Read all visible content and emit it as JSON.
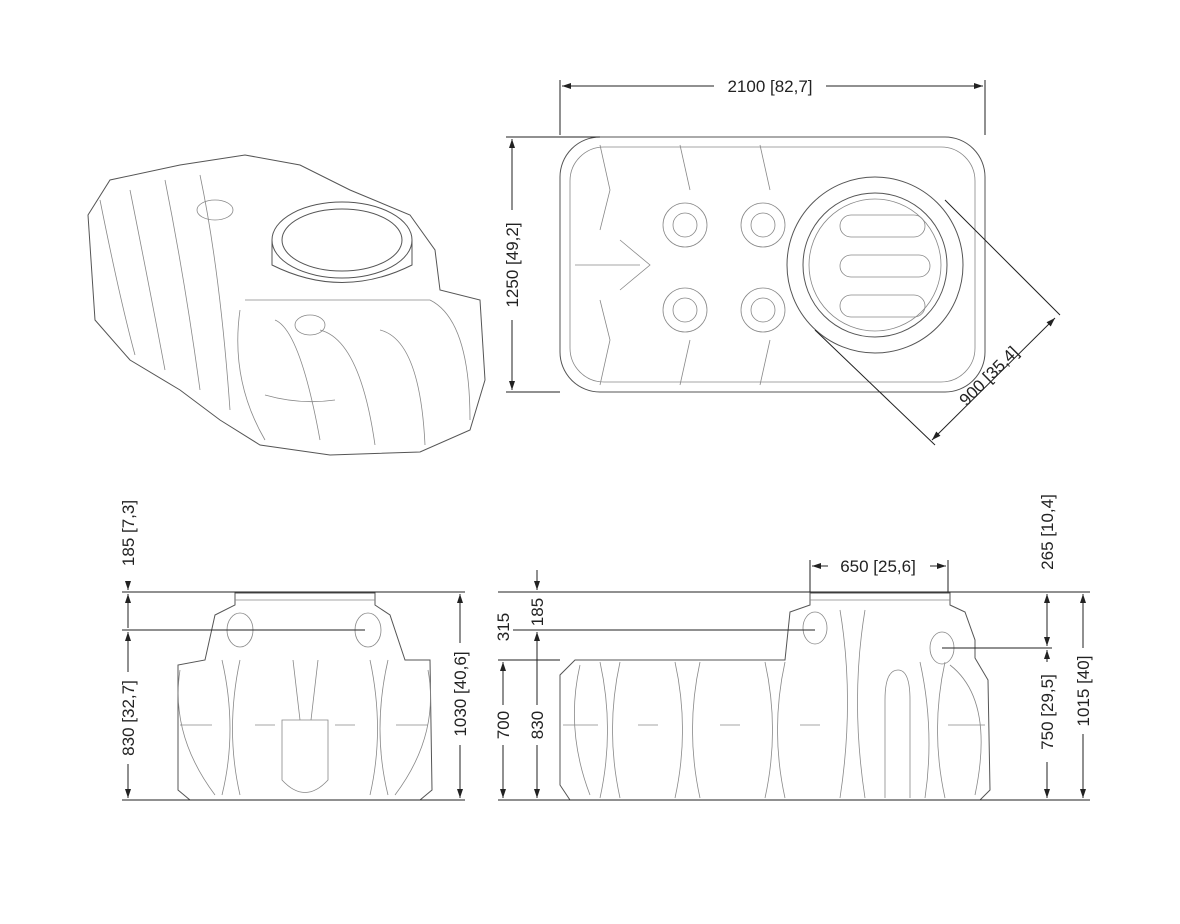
{
  "top_view": {
    "length_label": "2100 [82,7]",
    "width_label": "1250 [49,2]",
    "opening_diameter_label": "900 [35,4]"
  },
  "front_view": {
    "neck_height_label": "185 [7,3]",
    "body_height_label": "830 [32,7]",
    "total_height_label": "1030 [40,6]"
  },
  "side_view": {
    "neck_width_label": "650 [25,6]",
    "inlet_offset_label": "315",
    "inlet_height_label": "700",
    "neck_height_label": "185",
    "body_height_label": "830",
    "outlet_offset_label": "265 [10,4]",
    "outlet_height_label": "750 [29,5]",
    "total_height_label": "1015 [40]"
  }
}
